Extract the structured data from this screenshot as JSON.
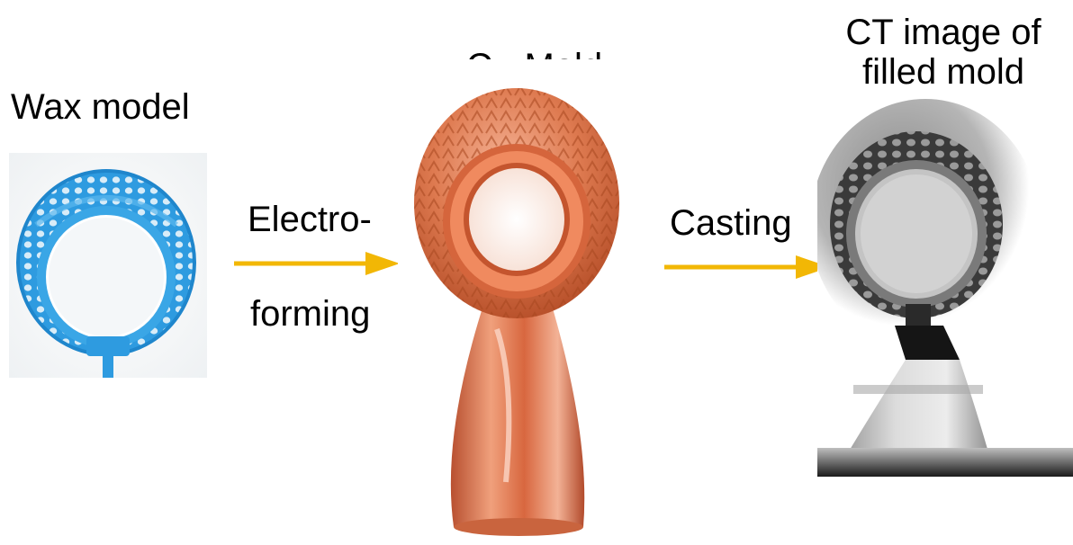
{
  "stages": {
    "wax": {
      "label": "Wax model"
    },
    "cu": {
      "label": "Cu-Mold"
    },
    "ct": {
      "label_line1": "CT image of",
      "label_line2": "filled mold"
    }
  },
  "steps": {
    "electroforming": {
      "line1": "Electro-",
      "line2": "forming"
    },
    "casting": {
      "label": "Casting"
    }
  },
  "colors": {
    "arrow": "#F2B705",
    "wax": "#2E9BE0",
    "copper": "#D8673F",
    "ct_background": "#C9C9C9"
  }
}
